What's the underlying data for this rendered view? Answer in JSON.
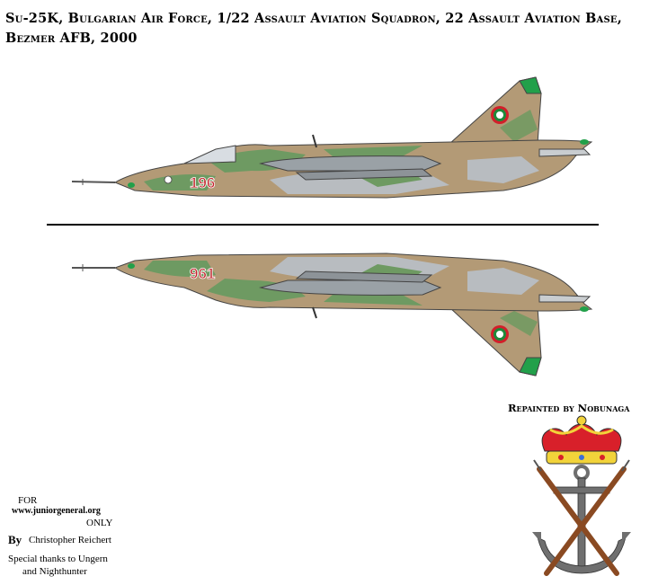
{
  "title": "Su-25K, Bulgarian Air Force, 1/22 Assault Aviation Squadron,  22 Assault Aviation Base, Bezmer AFB, 2000",
  "aircraft_top": {
    "serial": "196"
  },
  "aircraft_bottom": {
    "serial": "961"
  },
  "repaint_credit": "Repainted by Nobunaga",
  "credits": {
    "for_label": "FOR",
    "website": "www.juniorgeneral.org",
    "only_label": "ONLY",
    "by_label": "By",
    "author": "Christopher Reichert",
    "thanks_line1": "Special thanks to Ungern",
    "thanks_line2": "and Nighthunter"
  },
  "colors": {
    "camo_tan": "#b39a76",
    "camo_green": "#6e9a62",
    "camo_grey": "#b8bcc0",
    "fin_tip_green": "#22a04a",
    "serial_red": "#c2232b",
    "roundel_green": "#1e8a3a",
    "roundel_red": "#d21f2a",
    "crown_gold": "#f2d33a",
    "crown_red": "#d8202a",
    "anchor_grey": "#6f6f6f"
  },
  "icons": [
    "roundel-icon",
    "crown-icon",
    "anchor-icon",
    "rifle-icon"
  ]
}
